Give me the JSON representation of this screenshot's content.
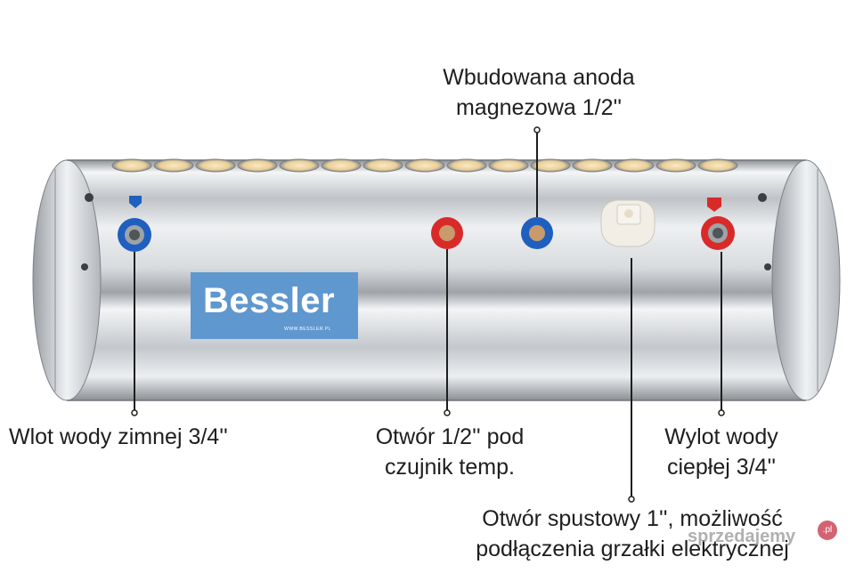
{
  "brand": {
    "logo_text": "Bessler",
    "logo_subtext": "WWW.BESSLER.PL",
    "logo_color": "#5f97cf"
  },
  "callouts": {
    "anode": {
      "lines": [
        "Wbudowana anoda",
        "magnezowa 1/2''"
      ]
    },
    "cold_inlet": {
      "lines": [
        "Wlot wody zimnej 3/4''"
      ]
    },
    "sensor": {
      "lines": [
        "Otwór 1/2'' pod",
        "czujnik temp."
      ]
    },
    "hot_outlet": {
      "lines": [
        "Wylot wody",
        "ciepłej 3/4''"
      ]
    },
    "drain": {
      "lines": [
        "Otwór spustowy 1'', możliwość",
        "podłączenia grzałki elektrycznej"
      ]
    }
  },
  "watermark": {
    "text": "sprzedajemy",
    "badge": ".pl"
  },
  "colors": {
    "cold_ring": "#1f5fbf",
    "hot_ring": "#d92a2a",
    "steel": "#c9ccd0"
  }
}
